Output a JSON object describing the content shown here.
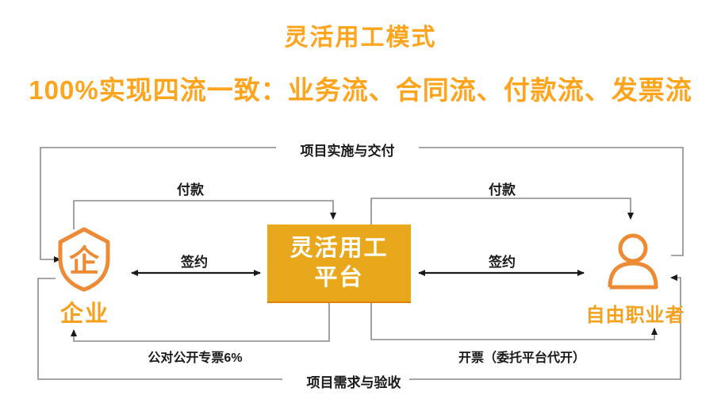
{
  "title": "灵活用工模式",
  "subtitle": "100%实现四流一致：业务流、合同流、付款流、发票流",
  "colors": {
    "title_orange": "#FFA41C",
    "node_label_orange": "#F5A11D",
    "icon_orange": "#ED8A33",
    "platform_gold": "#E9A81B",
    "connector_gray": "#8A8A8A",
    "arrow_black": "#1A1A1A"
  },
  "nodes": {
    "enterprise": {
      "label": "企业",
      "icon_char": "企"
    },
    "platform": {
      "label_line1": "灵活用工",
      "label_line2": "平台"
    },
    "freelancer": {
      "label": "自由职业者"
    }
  },
  "edges": {
    "top_flow": {
      "label": "项目实施与交付",
      "from": "freelancer",
      "to": "enterprise"
    },
    "payment_left": {
      "label": "付款",
      "from": "enterprise",
      "to": "platform"
    },
    "payment_right": {
      "label": "付款",
      "from": "platform",
      "to": "freelancer"
    },
    "sign_left": {
      "label": "签约",
      "between": "enterprise-platform",
      "direction": "both"
    },
    "sign_right": {
      "label": "签约",
      "between": "platform-freelancer",
      "direction": "both"
    },
    "invoice_left": {
      "label": "公对公开专票6%",
      "from": "platform",
      "to": "enterprise"
    },
    "invoice_right": {
      "label": "开票（委托平台代开）",
      "from": "platform",
      "to": "freelancer"
    },
    "bottom_flow": {
      "label": "项目需求与验收",
      "from": "enterprise",
      "to": "freelancer"
    }
  }
}
